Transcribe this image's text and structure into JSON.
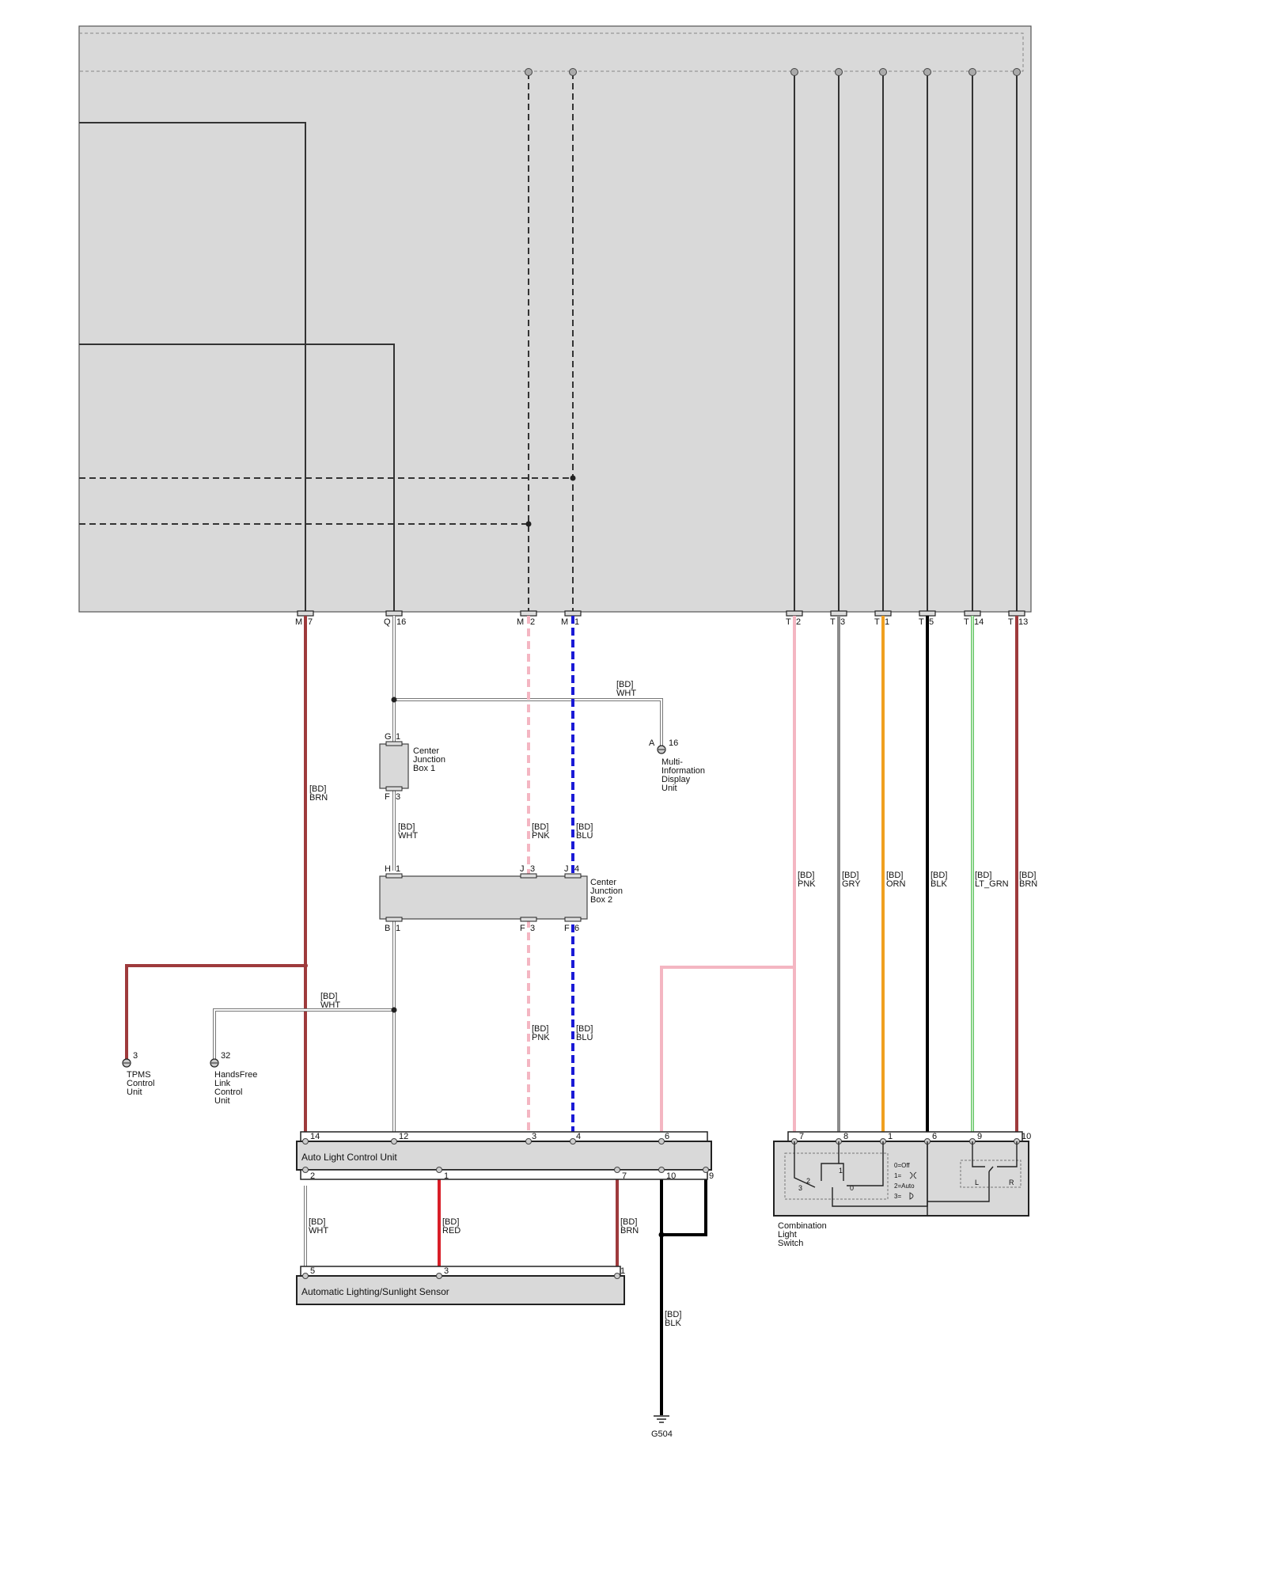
{
  "colors": {
    "box_fill": "#d9d9d9",
    "BRN": "#9e3a3c",
    "WHT": "#8a8a8a",
    "PNK": "#f4b6c2",
    "BLU": "#1a1ad6",
    "GRY": "#8c8c8c",
    "ORN": "#f0a020",
    "BLK": "#000000",
    "LT_GRN": "#63c663",
    "RED": "#d81e28"
  },
  "top_pins": {
    "m7": {
      "conn": "M",
      "pin": "7"
    },
    "q16": {
      "conn": "Q",
      "pin": "16"
    },
    "m2": {
      "conn": "M",
      "pin": "2"
    },
    "m1": {
      "conn": "M",
      "pin": "1"
    },
    "t2": {
      "conn": "T",
      "pin": "2"
    },
    "t3": {
      "conn": "T",
      "pin": "3"
    },
    "t1": {
      "conn": "T",
      "pin": "1"
    },
    "t5": {
      "conn": "T",
      "pin": "5"
    },
    "t14": {
      "conn": "T",
      "pin": "14"
    },
    "t13": {
      "conn": "T",
      "pin": "13"
    }
  },
  "wires": {
    "brn_main": {
      "bd": "[BD]",
      "color": "BRN"
    },
    "wht_mid": {
      "bd": "[BD]",
      "color": "WHT"
    },
    "pnk_mid": {
      "bd": "[BD]",
      "color": "PNK"
    },
    "blu_mid": {
      "bd": "[BD]",
      "color": "BLU"
    },
    "wht_mid_top": {
      "bd": "[BD]",
      "color": "WHT"
    },
    "wht_low": {
      "bd": "[BD]",
      "color": "WHT"
    },
    "pnk_low": {
      "bd": "[BD]",
      "color": "PNK"
    },
    "blu_low": {
      "bd": "[BD]",
      "color": "BLU"
    },
    "t_pnk": {
      "bd": "[BD]",
      "color": "PNK"
    },
    "t_gry": {
      "bd": "[BD]",
      "color": "GRY"
    },
    "t_orn": {
      "bd": "[BD]",
      "color": "ORN"
    },
    "t_blk": {
      "bd": "[BD]",
      "color": "BLK"
    },
    "t_grn": {
      "bd": "[BD]",
      "color": "LT_GRN"
    },
    "t_brn": {
      "bd": "[BD]",
      "color": "BRN"
    },
    "sens_wht": {
      "bd": "[BD]",
      "color": "WHT"
    },
    "sens_red": {
      "bd": "[BD]",
      "color": "RED"
    },
    "sens_brn": {
      "bd": "[BD]",
      "color": "BRN"
    },
    "gnd_blk": {
      "bd": "[BD]",
      "color": "BLK"
    }
  },
  "components": {
    "mid": {
      "pin_a": "A",
      "pin": "16",
      "l1": "Multi-",
      "l2": "Information",
      "l3": "Display",
      "l4": "Unit"
    },
    "cjb1": {
      "top_conn": "G",
      "top_pin": "1",
      "bot_conn": "F",
      "bot_pin": "3",
      "l1": "Center",
      "l2": "Junction",
      "l3": "Box 1"
    },
    "cjb2": {
      "h": "H",
      "h_pin": "1",
      "j1": "J",
      "j1_pin": "3",
      "j2": "J",
      "j2_pin": "4",
      "b": "B",
      "b_pin": "1",
      "f1": "F",
      "f1_pin": "3",
      "f2": "F",
      "f2_pin": "6",
      "l1": "Center",
      "l2": "Junction",
      "l3": "Box 2"
    },
    "tpms": {
      "pin": "3",
      "l1": "TPMS",
      "l2": "Control",
      "l3": "Unit"
    },
    "hfl": {
      "pin": "32",
      "l1": "HandsFree",
      "l2": "Link",
      "l3": "Control",
      "l4": "Unit"
    },
    "alcu": {
      "name": "Auto Light Control Unit",
      "top_pins": [
        "14",
        "12",
        "3",
        "4",
        "6"
      ],
      "bot_pins": [
        "2",
        "1",
        "7",
        "10",
        "9"
      ]
    },
    "sensor": {
      "name": "Automatic Lighting/Sunlight Sensor",
      "pins": [
        "5",
        "3",
        "1"
      ]
    },
    "cls": {
      "pins": [
        "7",
        "8",
        "1",
        "6",
        "9",
        "10"
      ],
      "l1": "Combination",
      "l2": "Light",
      "l3": "Switch",
      "sw_nums": [
        "2",
        "1",
        "3",
        "0"
      ],
      "legend": [
        "0=Off",
        "1=",
        "2=Auto",
        "3="
      ],
      "lr": [
        "L",
        "R"
      ]
    },
    "ground": {
      "name": "G504"
    }
  }
}
